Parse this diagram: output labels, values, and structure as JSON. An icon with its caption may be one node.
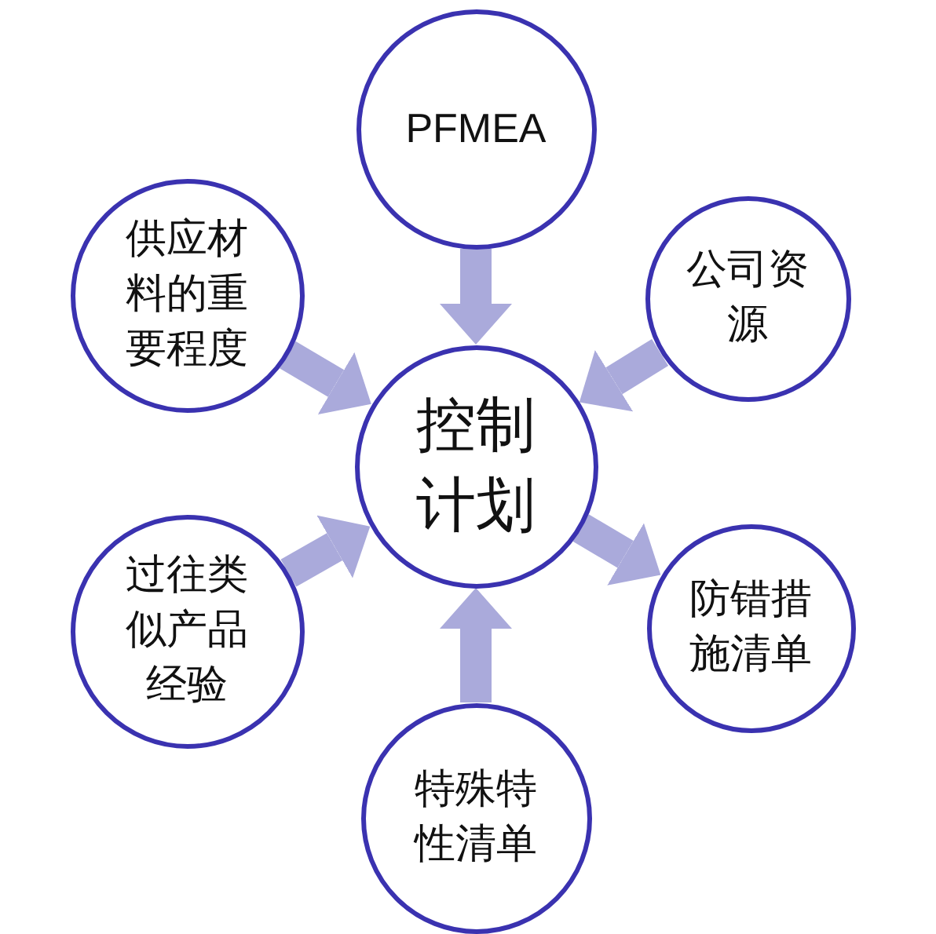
{
  "diagram": {
    "nodes": [
      {
        "text": [
          "PFMEA"
        ]
      },
      {
        "text": [
          "供应材料的重要程度"
        ]
      },
      {
        "text": [
          "公司资源"
        ]
      },
      {
        "text": [
          "控制计划"
        ]
      },
      {
        "text": [
          "过往类似产品经验"
        ]
      },
      {
        "text": [
          "防错措施清单"
        ]
      },
      {
        "text": [
          "特殊特性清单"
        ]
      }
    ],
    "edges": [
      {
        "from": 0,
        "to": 3,
        "arrow": "to"
      },
      {
        "from": 1,
        "to": 3,
        "arrow": "to"
      },
      {
        "from": 2,
        "to": 3,
        "arrow": "to"
      },
      {
        "from": 4,
        "to": 3,
        "arrow": "to"
      },
      {
        "from": 6,
        "to": 3,
        "arrow": "to"
      },
      {
        "from": 3,
        "to": 5,
        "arrow": "to"
      }
    ]
  }
}
